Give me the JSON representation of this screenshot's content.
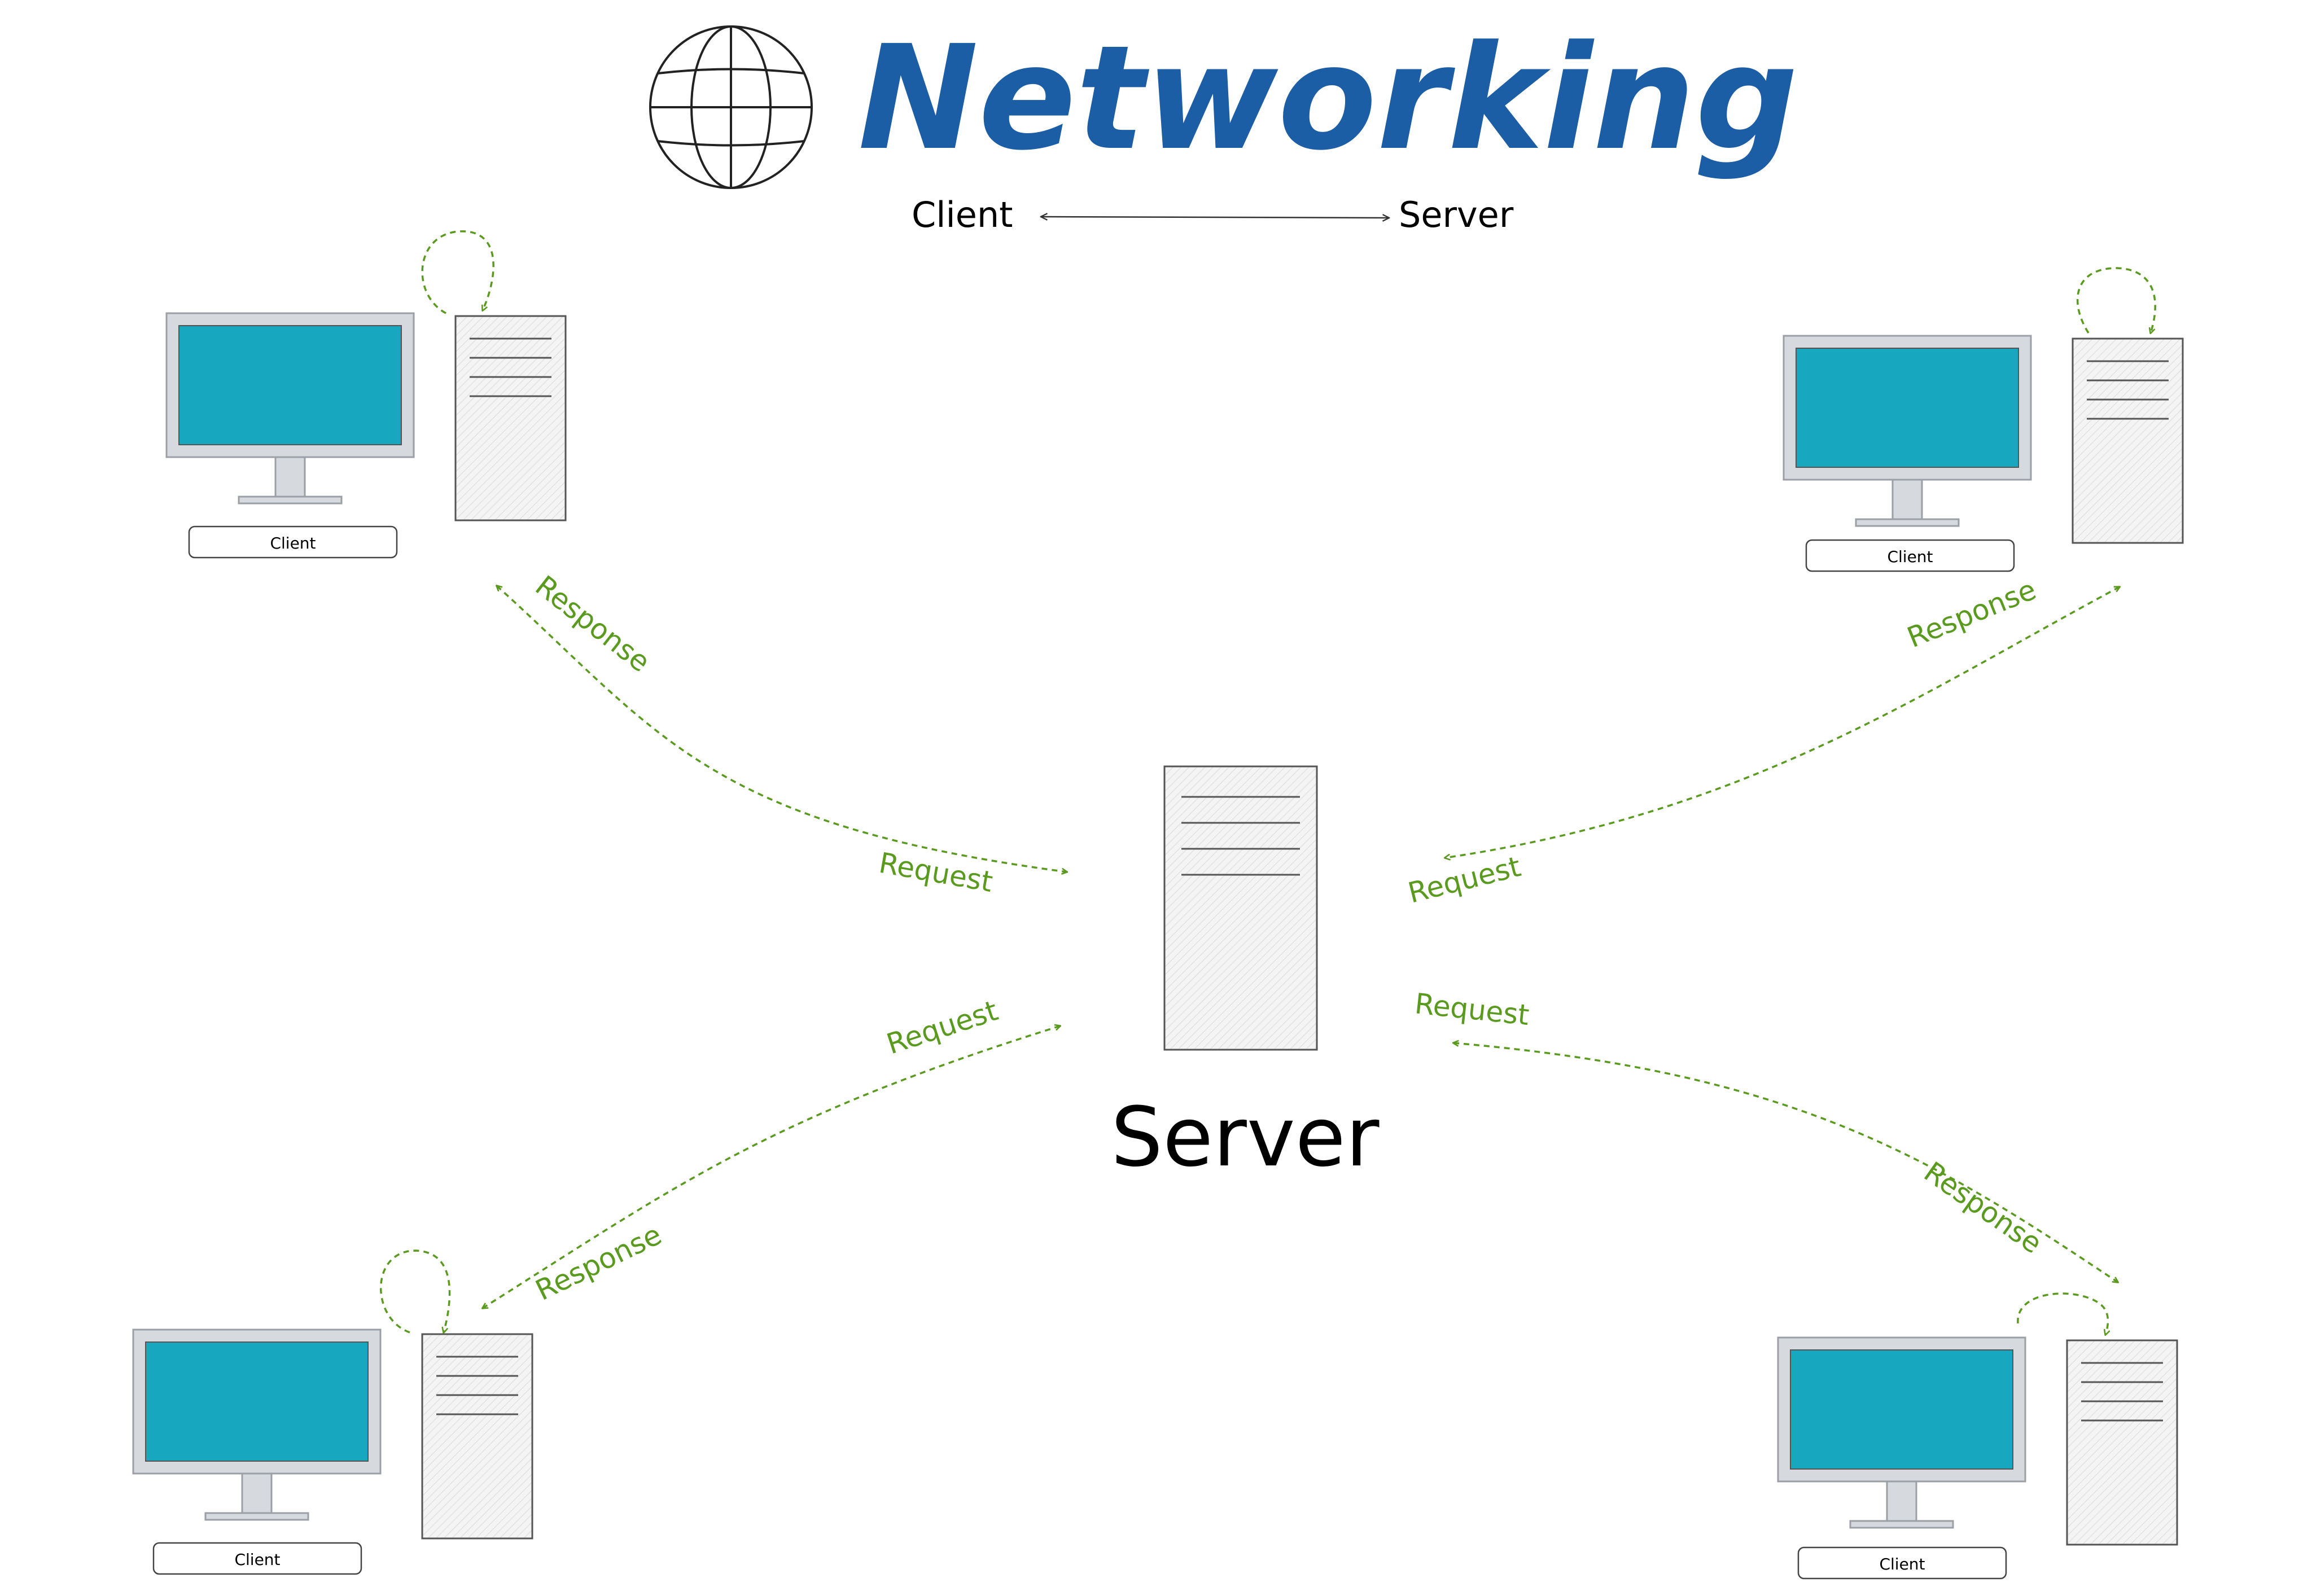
{
  "title": "Networking",
  "subtitle": {
    "left": "Client",
    "right": "Server"
  },
  "server": {
    "label": "Server"
  },
  "clients": [
    {
      "label": "Client"
    },
    {
      "label": "Client"
    },
    {
      "label": "Client"
    },
    {
      "label": "Client"
    }
  ],
  "connections": [
    {
      "request": "Request",
      "response": "Response"
    },
    {
      "request": "Request",
      "response": "Response"
    },
    {
      "request": "Request",
      "response": "Response"
    },
    {
      "request": "Request",
      "response": "Response"
    }
  ],
  "colors": {
    "title": "#1c5ea6",
    "screen": "#17a8bf",
    "monitor_bezel": "#d6d9dd",
    "tower_fill": "#f2f2f2",
    "edge": "#555555",
    "arrow": "#5a9a1e",
    "text": "#000000"
  },
  "icons": [
    "globe-icon",
    "monitor-icon",
    "tower-icon",
    "server-tower-icon"
  ]
}
